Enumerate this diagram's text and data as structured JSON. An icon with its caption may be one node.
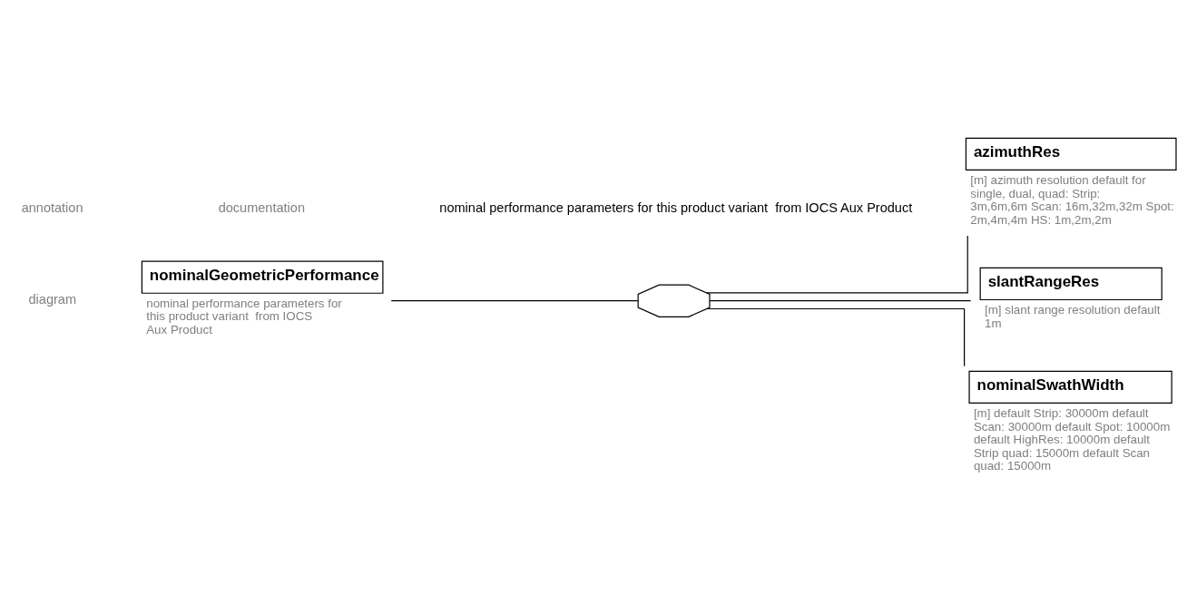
{
  "diagram": {
    "nodes": [
      {
        "text": [
          "nominalGeometricPerformance"
        ],
        "beside": [
          "nominal performance parameters for this product variant  from IOCS Aux Product"
        ]
      },
      {
        "text": [],
        "shape": "octagon"
      },
      {
        "text": [
          "azimuthRes"
        ],
        "beside": [
          "[m] azimuth resolution default for single, dual, quad: Strip: 3m,6m,6m Scan: 16m,32m,32m Spot: 2m,4m,4m HS: 1m,2m,2m"
        ]
      },
      {
        "text": [
          "slantRangeRes"
        ],
        "beside": [
          "[m] slant range resolution default 1m"
        ]
      },
      {
        "text": [
          "nominalSwathWidth"
        ],
        "beside": [
          "[m] default Strip: 30000m default Scan: 30000m default Spot: 10000m default HighRes: 10000m default Strip quad: 15000m default Scan quad: 15000m"
        ]
      }
    ],
    "edges": [
      {
        "from": 0,
        "to": 1,
        "arrow": "none"
      },
      {
        "from": 1,
        "to": 2,
        "arrow": "none"
      },
      {
        "from": 1,
        "to": 3,
        "arrow": "none"
      },
      {
        "from": 1,
        "to": 4,
        "arrow": "none"
      }
    ],
    "labels": [
      "diagram",
      "annotation",
      "documentation",
      "nominal performance parameters for this product variant  from IOCS Aux Product"
    ]
  }
}
